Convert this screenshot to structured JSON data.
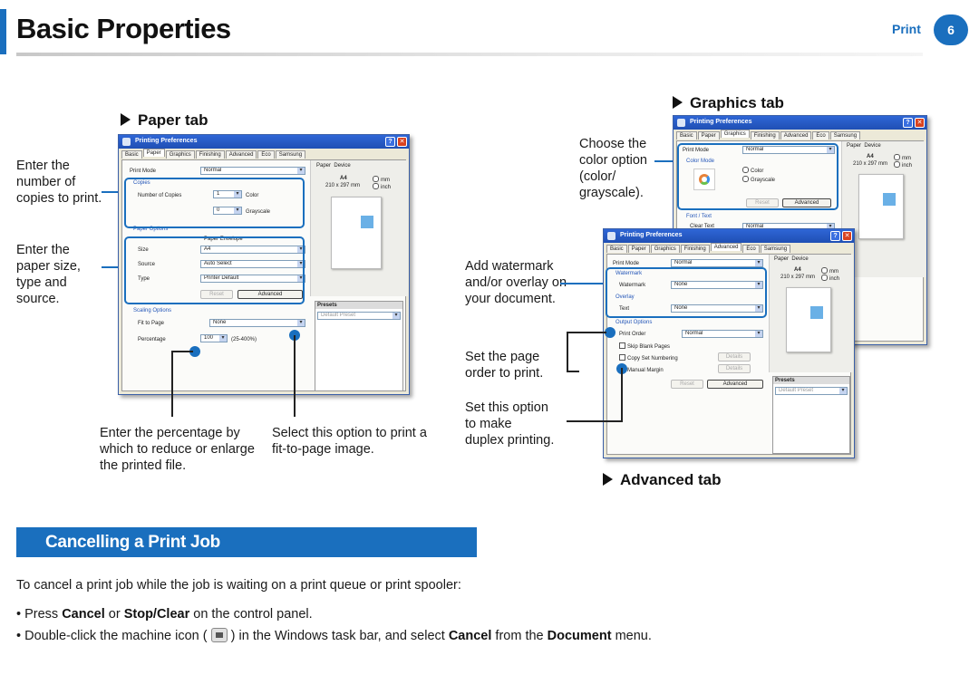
{
  "header": {
    "title": "Basic Properties",
    "section": "Print",
    "page_number": "6"
  },
  "paper_tab": {
    "heading": "Paper tab",
    "notes": {
      "copies": [
        "Enter the",
        "number of",
        "copies to print."
      ],
      "size": [
        "Enter the",
        "paper size,",
        "type and",
        "source."
      ],
      "percentage": [
        "Enter the percentage by",
        "which to reduce or enlarge",
        "the printed file."
      ],
      "fit": [
        "Select this option to print a",
        "fit-to-page image."
      ]
    },
    "window": {
      "title": "Printing Preferences",
      "tabs": [
        "Basic",
        "Paper",
        "Graphics",
        "Finishing",
        "Advanced",
        "Eco",
        "Samsung"
      ],
      "print_mode_label": "Print Mode",
      "print_mode": "Normal",
      "copies_section": "Copies",
      "copies_label": "Number of Copies",
      "copies_value": "1",
      "color_option": "Color",
      "gray_value": "0",
      "gray_option": "Grayscale",
      "paper_options": "Paper Options",
      "size_label": "Size",
      "size": "A4",
      "source_label": "Source",
      "source": "Auto Select",
      "type_label": "Type",
      "type": "Printer Default",
      "reset": "Reset",
      "advanced": "Advanced",
      "scaling_section": "Scaling Options",
      "fit_label": "Fit to Page",
      "fit_value": "None",
      "percentage_label": "Percentage",
      "percentage_value": "100",
      "percentage_range": "(25-400%)",
      "preview_tab_paper": "Paper",
      "preview_tab_device": "Device",
      "paper_size": "A4",
      "paper_dims": "210 x 297 mm",
      "unit_mm": "mm",
      "unit_inch": "inch",
      "presets": "Presets",
      "preset_value": "Default Preset",
      "envelope_tabs": [
        "Paper",
        "Envelope"
      ]
    }
  },
  "graphics_tab": {
    "heading": "Graphics tab",
    "note": [
      "Choose the",
      "color option",
      "(color/",
      "grayscale)."
    ],
    "window": {
      "title": "Printing Preferences",
      "tabs": [
        "Basic",
        "Paper",
        "Graphics",
        "Finishing",
        "Advanced",
        "Eco",
        "Samsung"
      ],
      "print_mode_label": "Print Mode",
      "print_mode": "Normal",
      "color_mode": "Color Mode",
      "color": "Color",
      "grayscale": "Grayscale",
      "reset": "Reset",
      "advanced": "Advanced",
      "font_text": "Font / Text",
      "clear_text": "Clear Text",
      "clear_value": "Normal",
      "paper_size": "A4",
      "paper_dims": "210 x 297 mm",
      "unit_mm": "mm",
      "unit_inch": "inch",
      "preview_tab_paper": "Paper",
      "preview_tab_device": "Device"
    }
  },
  "advanced_tab": {
    "heading": "Advanced tab",
    "notes": {
      "watermark": [
        "Add watermark",
        "and/or overlay on",
        "your document."
      ],
      "order": [
        "Set the page",
        "order to print."
      ],
      "duplex": [
        "Set this option",
        "to make",
        "duplex printing."
      ]
    },
    "window": {
      "title": "Printing Preferences",
      "tabs": [
        "Basic",
        "Paper",
        "Graphics",
        "Finishing",
        "Advanced",
        "Eco",
        "Samsung"
      ],
      "print_mode_label": "Print Mode",
      "print_mode": "Normal",
      "watermark_section": "Watermark",
      "watermark_label": "Watermark",
      "watermark_value": "None",
      "overlay_section": "Overlay",
      "text_label": "Text",
      "text_value": "None",
      "output_section": "Output Options",
      "print_order_label": "Print Order",
      "print_order_value": "Normal",
      "skip_blank": "Skip Blank Pages",
      "copy_set": "Copy Set Numbering",
      "manual_margin": "Manual Margin",
      "details": "Details",
      "reset": "Reset",
      "advanced": "Advanced",
      "presets": "Presets",
      "preset_value": "Default Preset",
      "paper_size": "A4",
      "paper_dims": "210 x 297 mm",
      "unit_mm": "mm",
      "unit_inch": "inch",
      "preview_tab_paper": "Paper",
      "preview_tab_device": "Device"
    }
  },
  "cancel": {
    "title": "Cancelling a Print Job",
    "intro": "To cancel a print job while the job is waiting on a print queue or print spooler:",
    "bullet1": {
      "pre": "Press ",
      "b1": "Cancel",
      "mid": " or ",
      "b2": "Stop/Clear",
      "post": " on the control panel."
    },
    "bullet2": {
      "pre": "Double-click the machine icon ( ",
      "mid": " ) in the Windows task bar, and select ",
      "b1": "Cancel",
      "mid2": " from the ",
      "b2": "Document",
      "post": " menu."
    }
  },
  "colors": {
    "accent": "#1a6fbe",
    "titlebar": "#2f66d6"
  }
}
